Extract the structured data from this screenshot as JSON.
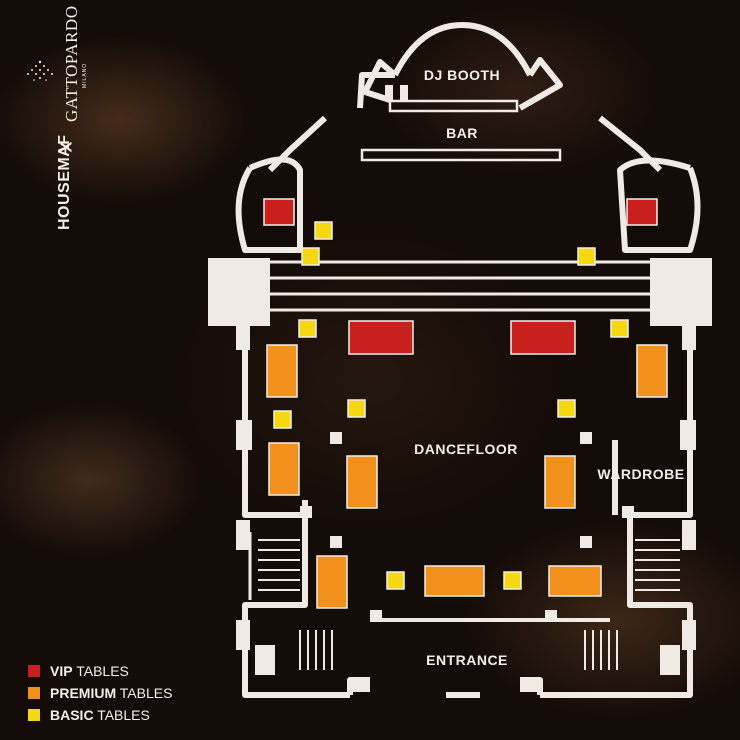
{
  "brand": {
    "left": "HOUSEMAF",
    "separator": "X",
    "right": "GATTOPARDO",
    "right_sub": "MILANO"
  },
  "areas": {
    "dj_booth": "DJ BOOTH",
    "bar": "BAR",
    "dancefloor": "DANCEFLOOR",
    "wardrobe": "WARDROBE",
    "entrance": "ENTRANCE"
  },
  "legend": [
    {
      "strong": "VIP",
      "rest": " TABLES",
      "color": "#c8201c"
    },
    {
      "strong": "PREMIUM",
      "rest": " TABLES",
      "color": "#f2901e"
    },
    {
      "strong": "BASIC",
      "rest": " TABLES",
      "color": "#f5d812"
    }
  ],
  "colors": {
    "walls": "#efebe4",
    "vip": "#c8201c",
    "premium": "#f2901e",
    "basic": "#f5d812",
    "background": "#140c08"
  }
}
